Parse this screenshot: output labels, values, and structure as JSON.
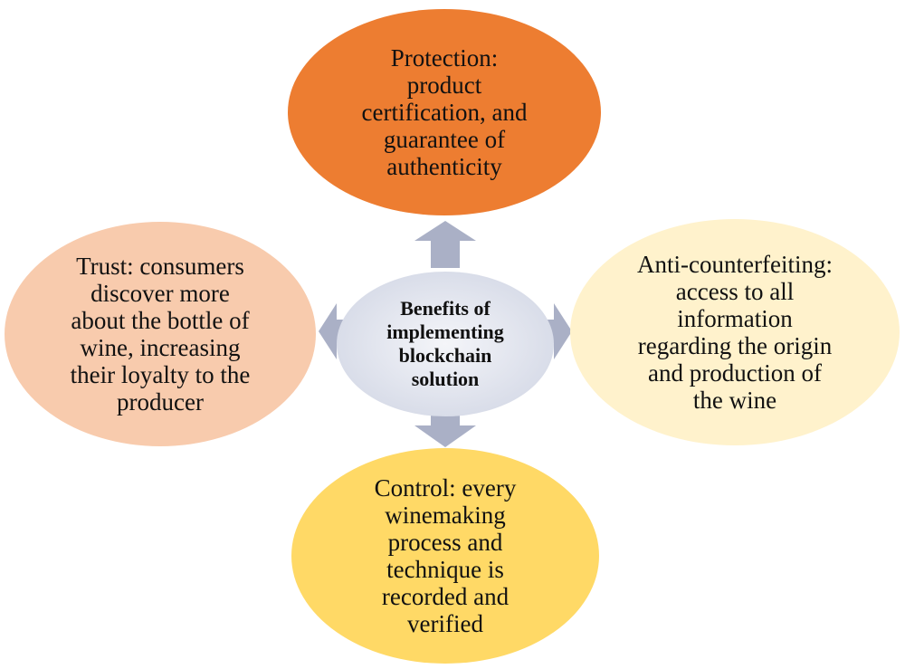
{
  "diagram": {
    "center": {
      "text": "Benefits of\nimplementing\nblockchain\nsolution",
      "color": "#d9dde9"
    },
    "nodes": {
      "top": {
        "text": "Protection:\nproduct\ncertification, and\nguarantee of\nauthenticity",
        "color": "#ed7d31"
      },
      "right": {
        "text": "Anti-counterfeiting:\naccess to all\ninformation\nregarding the origin\nand production of\nthe wine",
        "color": "#fff2cc"
      },
      "bottom": {
        "text": "Control: every\nwinemaking\nprocess and\ntechnique is\nrecorded and\nverified",
        "color": "#ffd966"
      },
      "left": {
        "text": "Trust: consumers\ndiscover more\nabout the bottle of\nwine, increasing\ntheir loyalty to the\nproducer",
        "color": "#f8cbad"
      }
    },
    "arrow_color": "#aab0c6"
  }
}
